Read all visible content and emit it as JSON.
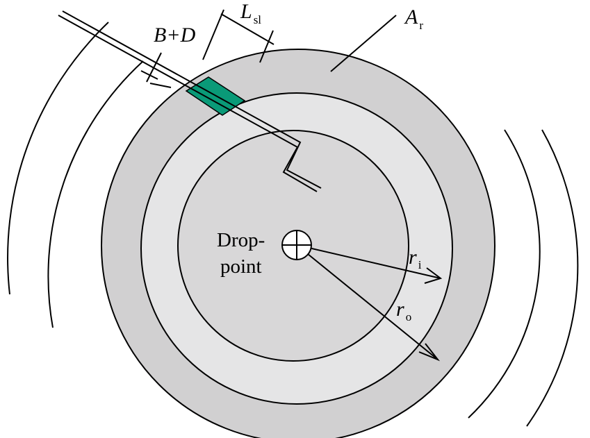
{
  "colors": {
    "outer_ring": "#d1d0d1",
    "middle_ring": "#e5e5e6",
    "inner_disc": "#d8d7d8",
    "strip": "#0a9a78",
    "line": "#000000",
    "background": "#ffffff"
  },
  "labels": {
    "area": {
      "main": "A",
      "sub": "r"
    },
    "strip_length": {
      "main": "L",
      "sub": "sl"
    },
    "width": {
      "main": "B+D"
    },
    "inner_radius": {
      "main": "r",
      "sub": "i"
    },
    "outer_radius": {
      "main": "r",
      "sub": "o"
    },
    "drop_point_line1": "Drop-",
    "drop_point_line2": "point"
  },
  "icons": {
    "drop_point_marker": "circle-crosshair-icon"
  }
}
